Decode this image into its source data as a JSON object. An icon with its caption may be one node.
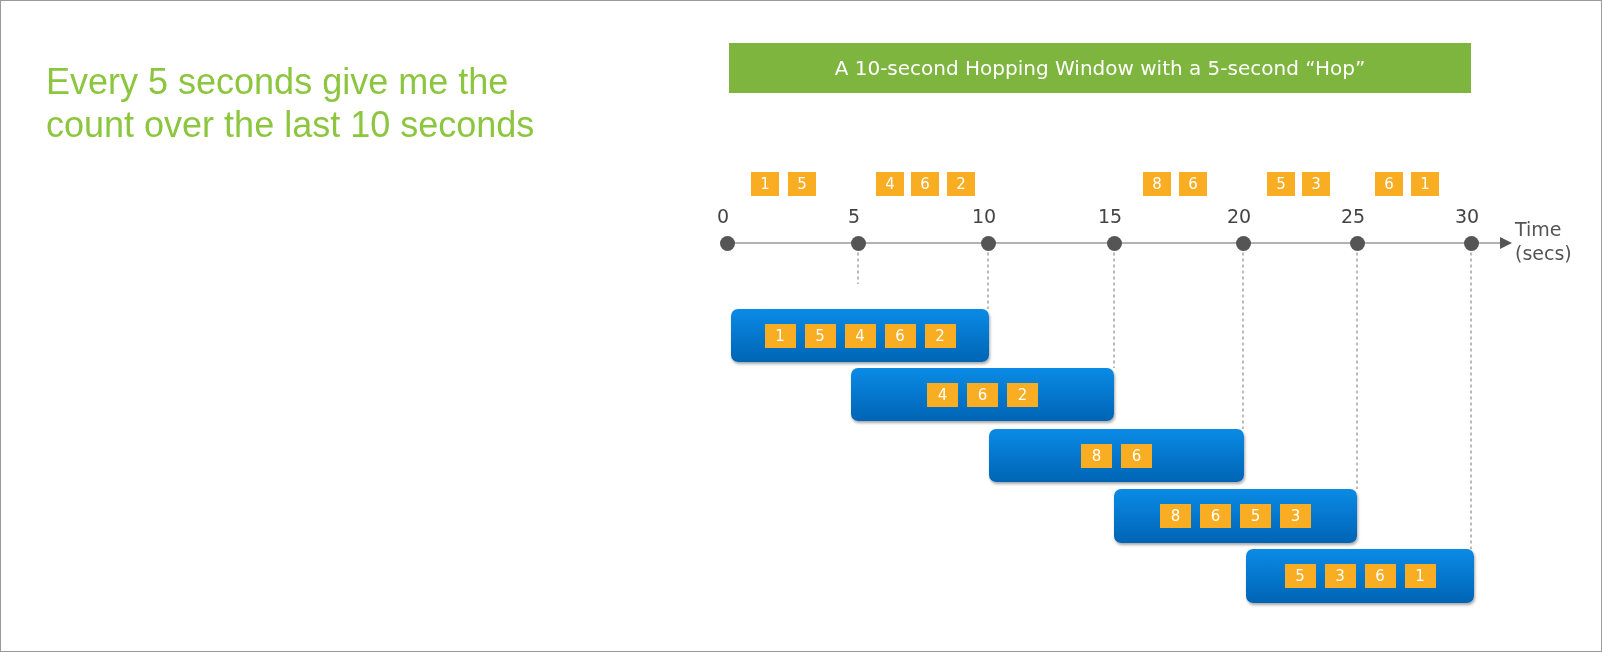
{
  "diagram": {
    "title": "A 10-second Hopping Window with a 5-second “Hop”",
    "nodes": [
      {
        "text": [
          "1"
        ]
      },
      {
        "text": [
          "5"
        ]
      },
      {
        "text": [
          "4"
        ]
      },
      {
        "text": [
          "6"
        ]
      },
      {
        "text": [
          "2"
        ]
      },
      {
        "text": [
          "8"
        ]
      },
      {
        "text": [
          "6"
        ]
      },
      {
        "text": [
          "5"
        ]
      },
      {
        "text": [
          "3"
        ]
      },
      {
        "text": [
          "6"
        ]
      },
      {
        "text": [
          "1"
        ]
      },
      {
        "text": [],
        "shape": "circle"
      },
      {
        "text": [],
        "shape": "circle"
      },
      {
        "text": [],
        "shape": "circle"
      },
      {
        "text": [],
        "shape": "circle"
      },
      {
        "text": [],
        "shape": "circle"
      },
      {
        "text": [],
        "shape": "circle"
      },
      {
        "text": [],
        "shape": "circle"
      },
      {
        "text": [],
        "shape": "box"
      },
      {
        "text": [
          "1"
        ],
        "in": 18
      },
      {
        "text": [
          "5"
        ],
        "in": 18
      },
      {
        "text": [
          "4"
        ],
        "in": 18
      },
      {
        "text": [
          "6"
        ],
        "in": 18
      },
      {
        "text": [
          "2"
        ],
        "in": 18
      },
      {
        "text": [],
        "shape": "box"
      },
      {
        "text": [
          "4"
        ],
        "in": 24
      },
      {
        "text": [
          "6"
        ],
        "in": 24
      },
      {
        "text": [
          "2"
        ],
        "in": 24
      },
      {
        "text": [],
        "shape": "box"
      },
      {
        "text": [
          "8"
        ],
        "in": 28
      },
      {
        "text": [
          "6"
        ],
        "in": 28
      },
      {
        "text": [],
        "shape": "box"
      },
      {
        "text": [
          "8"
        ],
        "in": 31
      },
      {
        "text": [
          "6"
        ],
        "in": 31
      },
      {
        "text": [
          "5"
        ],
        "in": 31
      },
      {
        "text": [
          "3"
        ],
        "in": 31
      },
      {
        "text": [],
        "shape": "box"
      },
      {
        "text": [
          "5"
        ],
        "in": 36
      },
      {
        "text": [
          "3"
        ],
        "in": 36
      },
      {
        "text": [
          "6"
        ],
        "in": 36
      },
      {
        "text": [
          "1"
        ],
        "in": 36
      }
    ],
    "edges": [
      {
        "from": 12,
        "to": null,
        "arrow": "none",
        "style": "dashed"
      },
      {
        "from": 13,
        "to": 18,
        "arrow": "none",
        "style": "dashed"
      },
      {
        "from": 14,
        "to": 24,
        "arrow": "none",
        "style": "dashed"
      },
      {
        "from": 15,
        "to": 28,
        "arrow": "none",
        "style": "dashed"
      },
      {
        "from": 16,
        "to": 31,
        "arrow": "none",
        "style": "dashed"
      },
      {
        "from": 17,
        "to": 36,
        "arrow": "none",
        "style": "dashed"
      }
    ],
    "labels": [
      "Every 5 seconds give me the count over the last 10 seconds",
      "0",
      "5",
      "10",
      "15",
      "20",
      "25",
      "30",
      "Time (secs)"
    ]
  }
}
